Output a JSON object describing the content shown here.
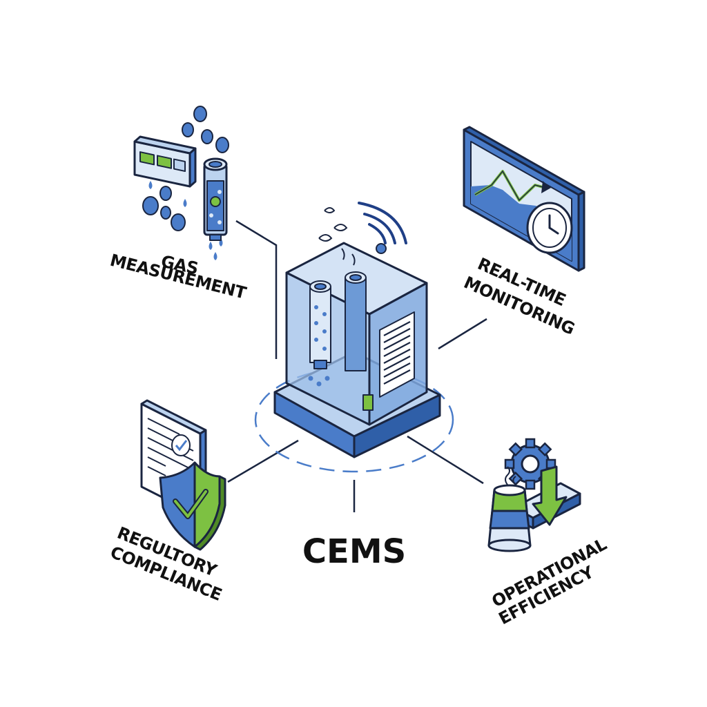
{
  "title": "CEMS",
  "labels": {
    "gas_measurement": [
      "GAS",
      "MEASUREMENT"
    ],
    "real_time_monitoring": [
      "REAL-TIME",
      "MONITORING"
    ],
    "regulatory_compliance": [
      "REGULTORY",
      "COMPLIANCE"
    ],
    "operational_efficiency": [
      "OPERATIONAL",
      "EFFICIENCY"
    ]
  },
  "colors": {
    "primary_blue": "#4a7cc9",
    "light_blue": "#bcd3ef",
    "pale_blue": "#dde9f7",
    "accent_green": "#7dc142",
    "outline": "#1a2540"
  },
  "icons": {
    "center": "cems-analyzer-cabinet-icon",
    "gas": "gas-sample-tube-icon",
    "monitor": "trend-chart-clock-icon",
    "compliance": "document-shield-check-icon",
    "efficiency": "gear-stack-arrow-icon"
  }
}
